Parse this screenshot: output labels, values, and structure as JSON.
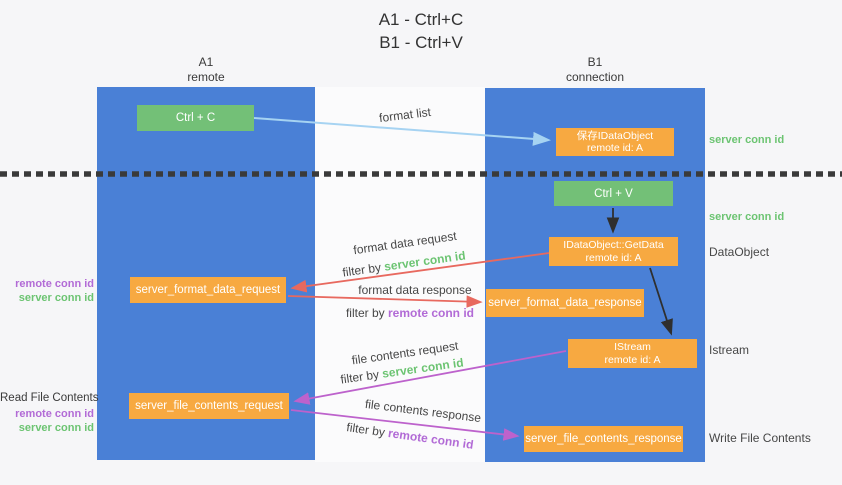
{
  "title": {
    "line1": "A1 - Ctrl+C",
    "line2": "B1 - Ctrl+V"
  },
  "columns": {
    "a": {
      "name": "A1",
      "role": "remote"
    },
    "b": {
      "name": "B1",
      "role": "connection"
    }
  },
  "boxes": {
    "ctrl_c": "Ctrl + C",
    "save_idataobject": {
      "line1": "保存IDataObject",
      "line2": "remote id: A"
    },
    "ctrl_v": "Ctrl + V",
    "getdata": {
      "line1": "IDataObject::GetData",
      "line2": "remote id: A"
    },
    "format_request": "server_format_data_request",
    "format_response": "server_format_data_response",
    "istream": {
      "line1": "IStream",
      "line2": "remote id: A"
    },
    "file_request": "server_file_contents_request",
    "file_response": "server_file_contents_response"
  },
  "flow": {
    "format_list": "format list",
    "format_data_request": "format data request",
    "format_data_response": "format data response",
    "file_contents_request": "file contents request",
    "file_contents_response": "file contents response",
    "filter_by": "filter by"
  },
  "ids": {
    "server_conn_id": "server conn id",
    "remote_conn_id": "remote conn id"
  },
  "side": {
    "read_file_contents": "Read File Contents",
    "dataobject": "DataObject",
    "istream": "Istream",
    "write_file_contents": "Write File Contents"
  },
  "colors": {
    "column_blue": "#4a80d6",
    "box_green": "#73c077",
    "box_orange": "#f7a941",
    "arrow_blue": "#a6d3f2",
    "arrow_red": "#e8695f",
    "arrow_magenta": "#bd62cc",
    "arrow_black": "#2f2f2f",
    "green_text": "#6cc472",
    "purple_text": "#b26bd6",
    "gray_text": "#474747"
  }
}
